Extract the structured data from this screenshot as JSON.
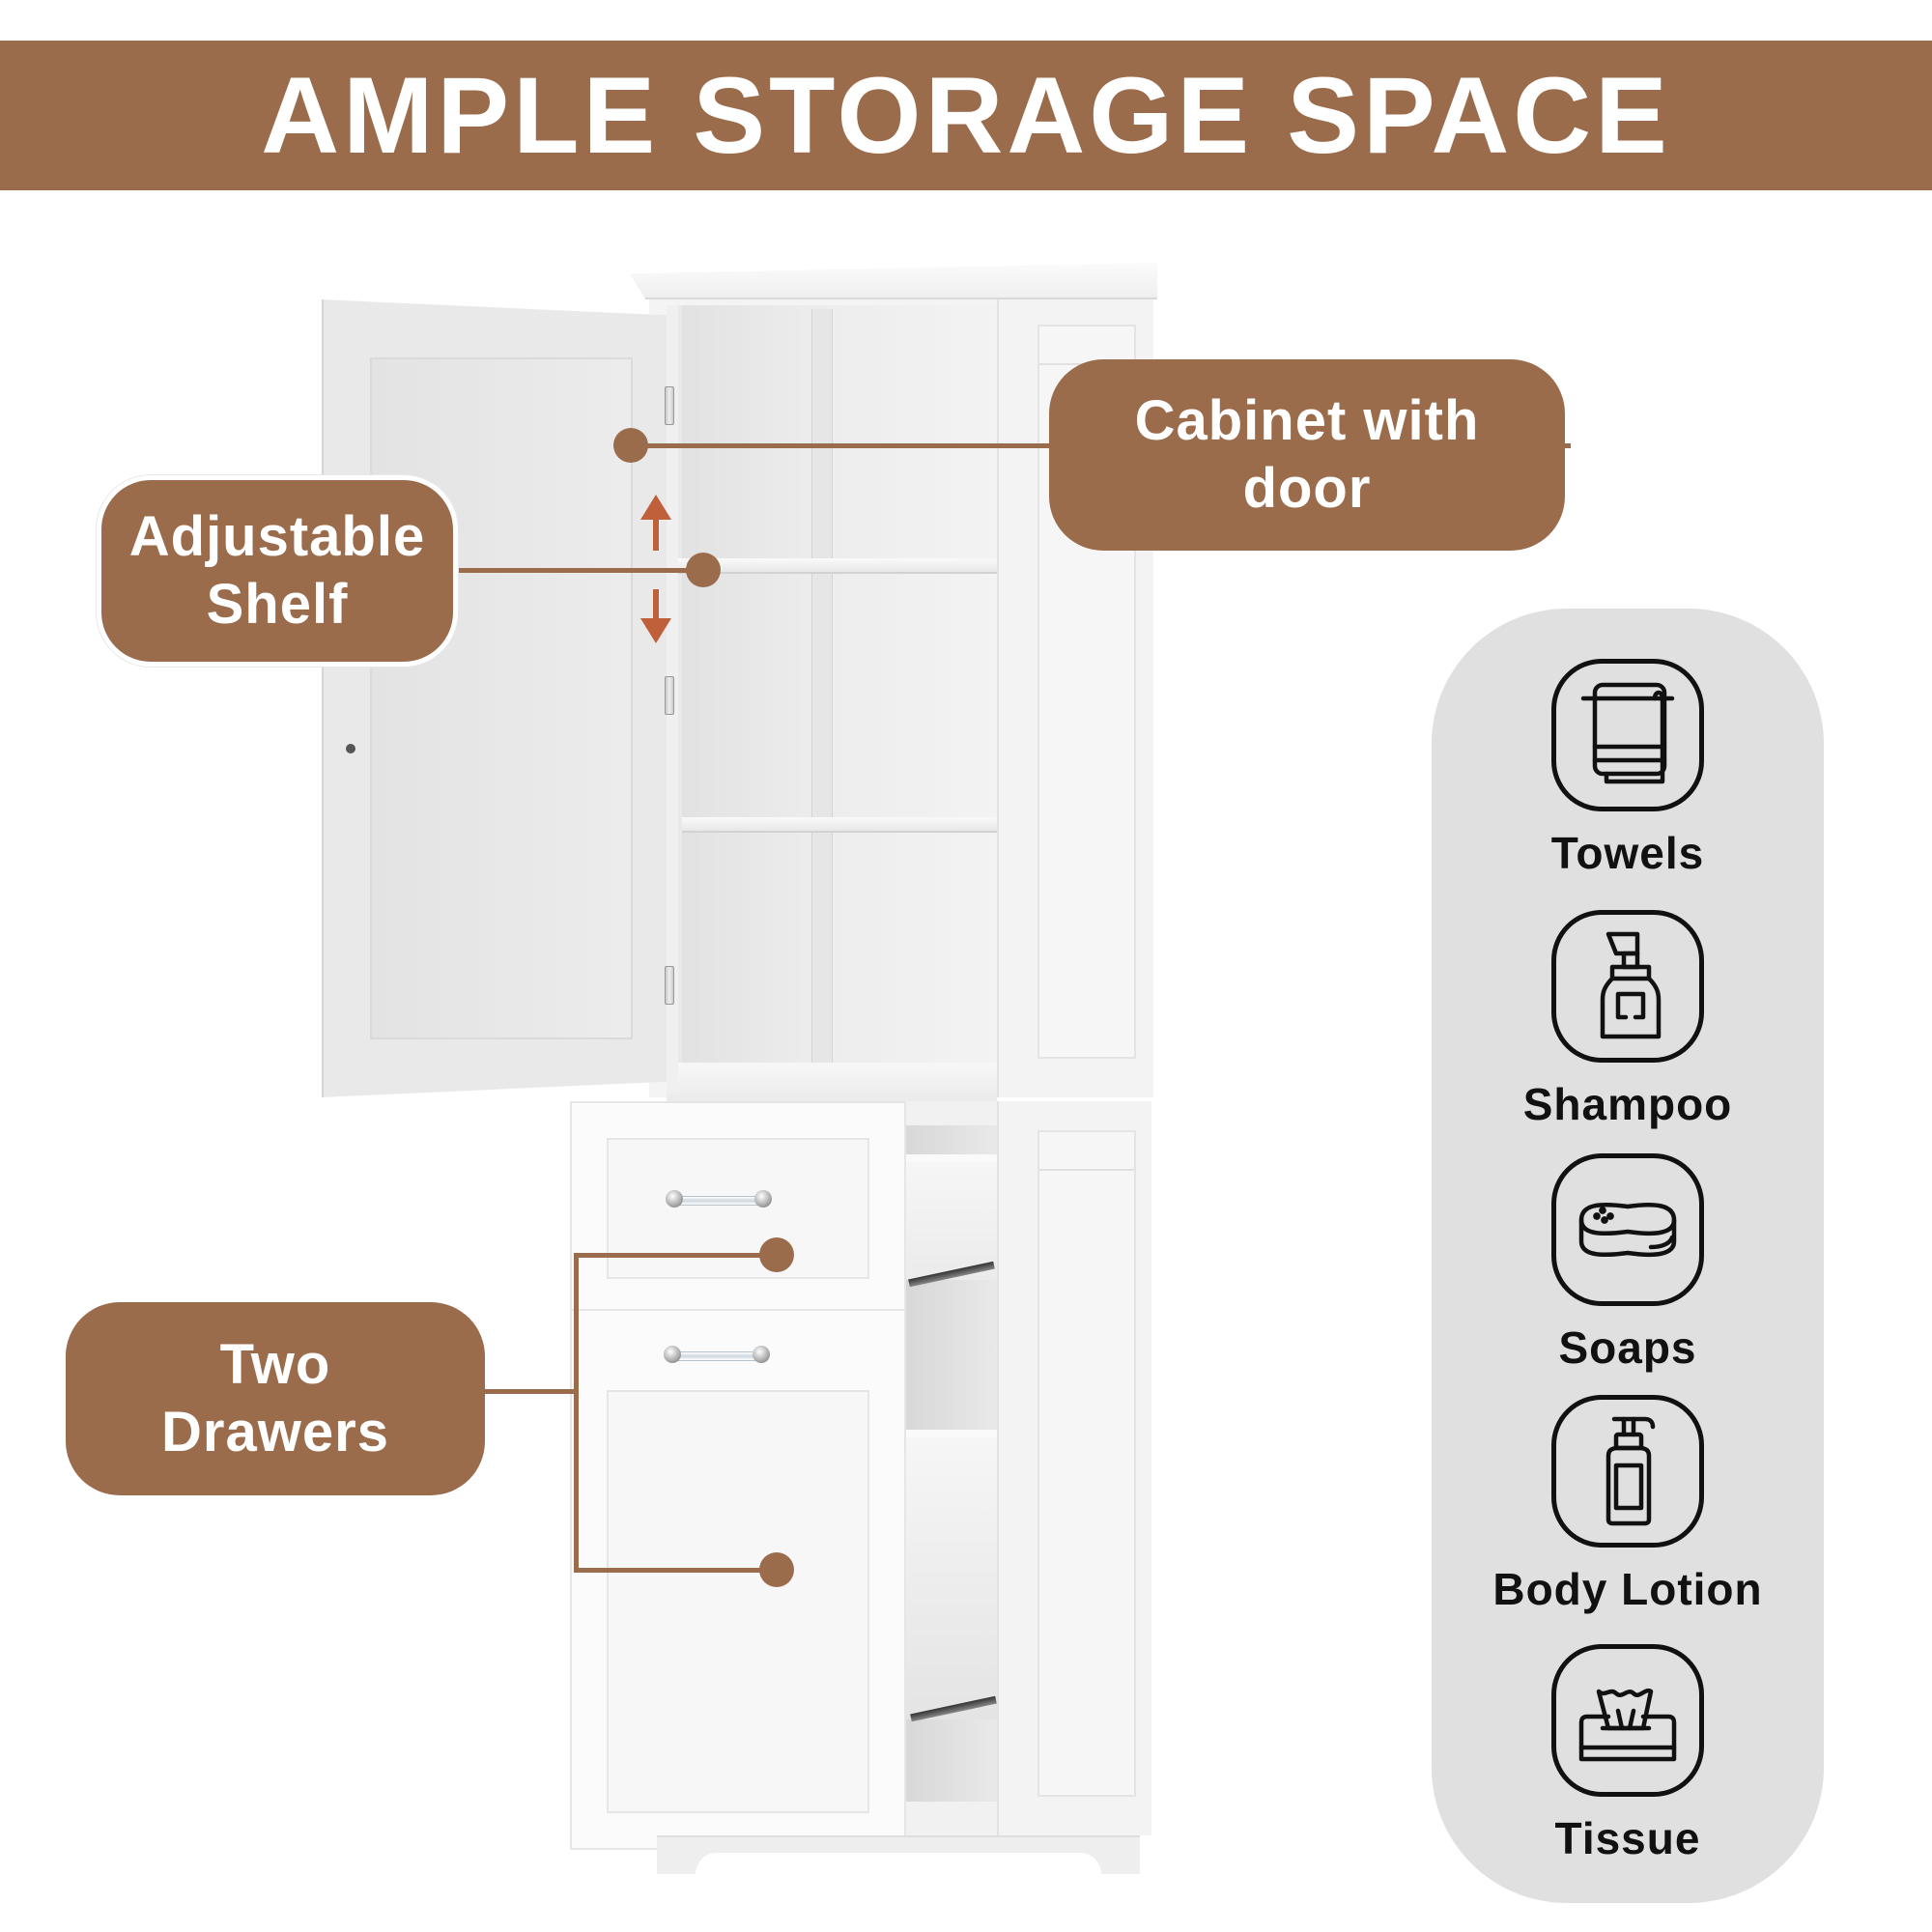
{
  "banner": {
    "title": "AMPLE STORAGE SPACE",
    "background_color": "#9B6C4C",
    "text_color": "#FFFFFF"
  },
  "callouts": {
    "cabinet": {
      "label": "Cabinet with door"
    },
    "shelf": {
      "label": "Adjustable Shelf"
    },
    "drawers": {
      "label": "Two Drawers"
    }
  },
  "colors": {
    "accent": "#9B6C4C",
    "arrow": "#C0603A",
    "panel_bg": "#E0E0E0",
    "icon_stroke": "#111111"
  },
  "storage_panel": {
    "items": [
      {
        "label": "Towels",
        "icon": "towel-icon"
      },
      {
        "label": "Shampoo",
        "icon": "shampoo-bottle-icon"
      },
      {
        "label": "Soaps",
        "icon": "soap-bar-icon"
      },
      {
        "label": "Body Lotion",
        "icon": "lotion-pump-icon"
      },
      {
        "label": "Tissue",
        "icon": "tissue-box-icon"
      }
    ]
  }
}
